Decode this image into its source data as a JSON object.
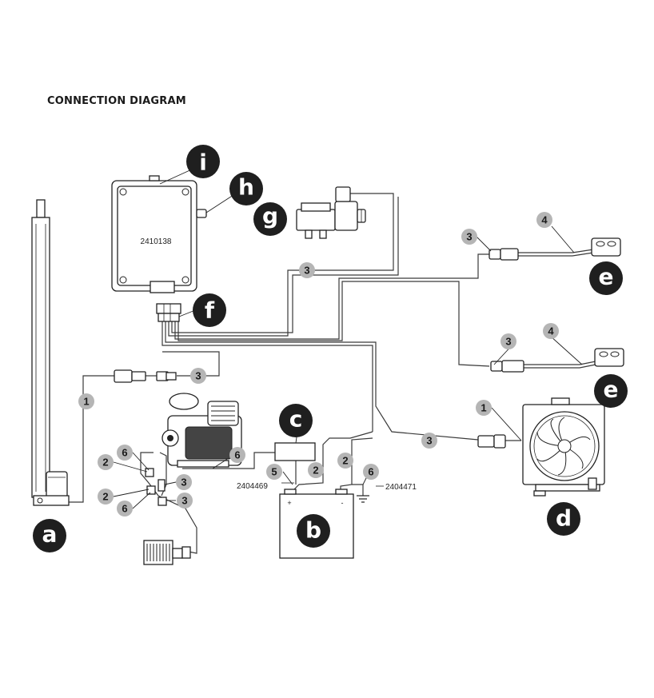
{
  "title": "CONNECTION DIAGRAM",
  "components": {
    "a": "a",
    "b": "b",
    "c": "c",
    "d": "d",
    "e": "e",
    "f": "f",
    "g": "g",
    "h": "h",
    "i": "i"
  },
  "wire_numbers": {
    "n1": "1",
    "n2": "2",
    "n3": "3",
    "n4": "4",
    "n5": "5",
    "n6": "6"
  },
  "part_numbers": {
    "controller": "2410138",
    "positive_cable": "2404469",
    "ground_cable": "2404471"
  },
  "battery_terminals": {
    "positive": "+",
    "negative": "-"
  }
}
